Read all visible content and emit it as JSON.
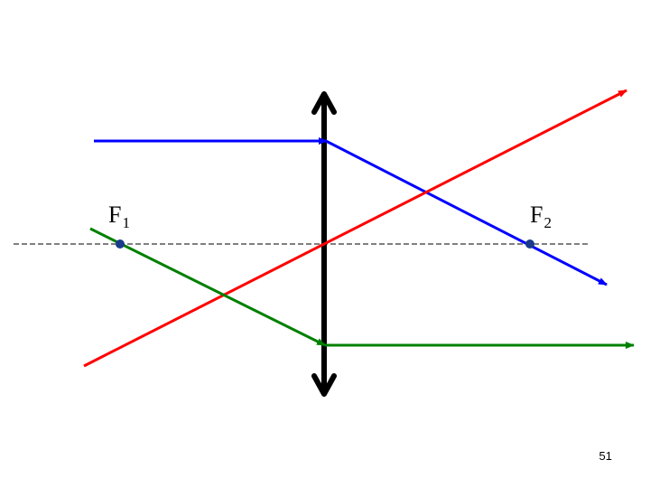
{
  "labels": {
    "f1_letter": "F",
    "f1_sub": "1",
    "f2_letter": "F",
    "f2_sub": "2"
  },
  "slide_number": "51",
  "colors": {
    "axis": "#000000",
    "lens": "#000000",
    "ray_parallel": "#0000ff",
    "ray_center": "#ff0000",
    "ray_focal": "#008000",
    "focal_point": "#1a3a8a"
  }
}
